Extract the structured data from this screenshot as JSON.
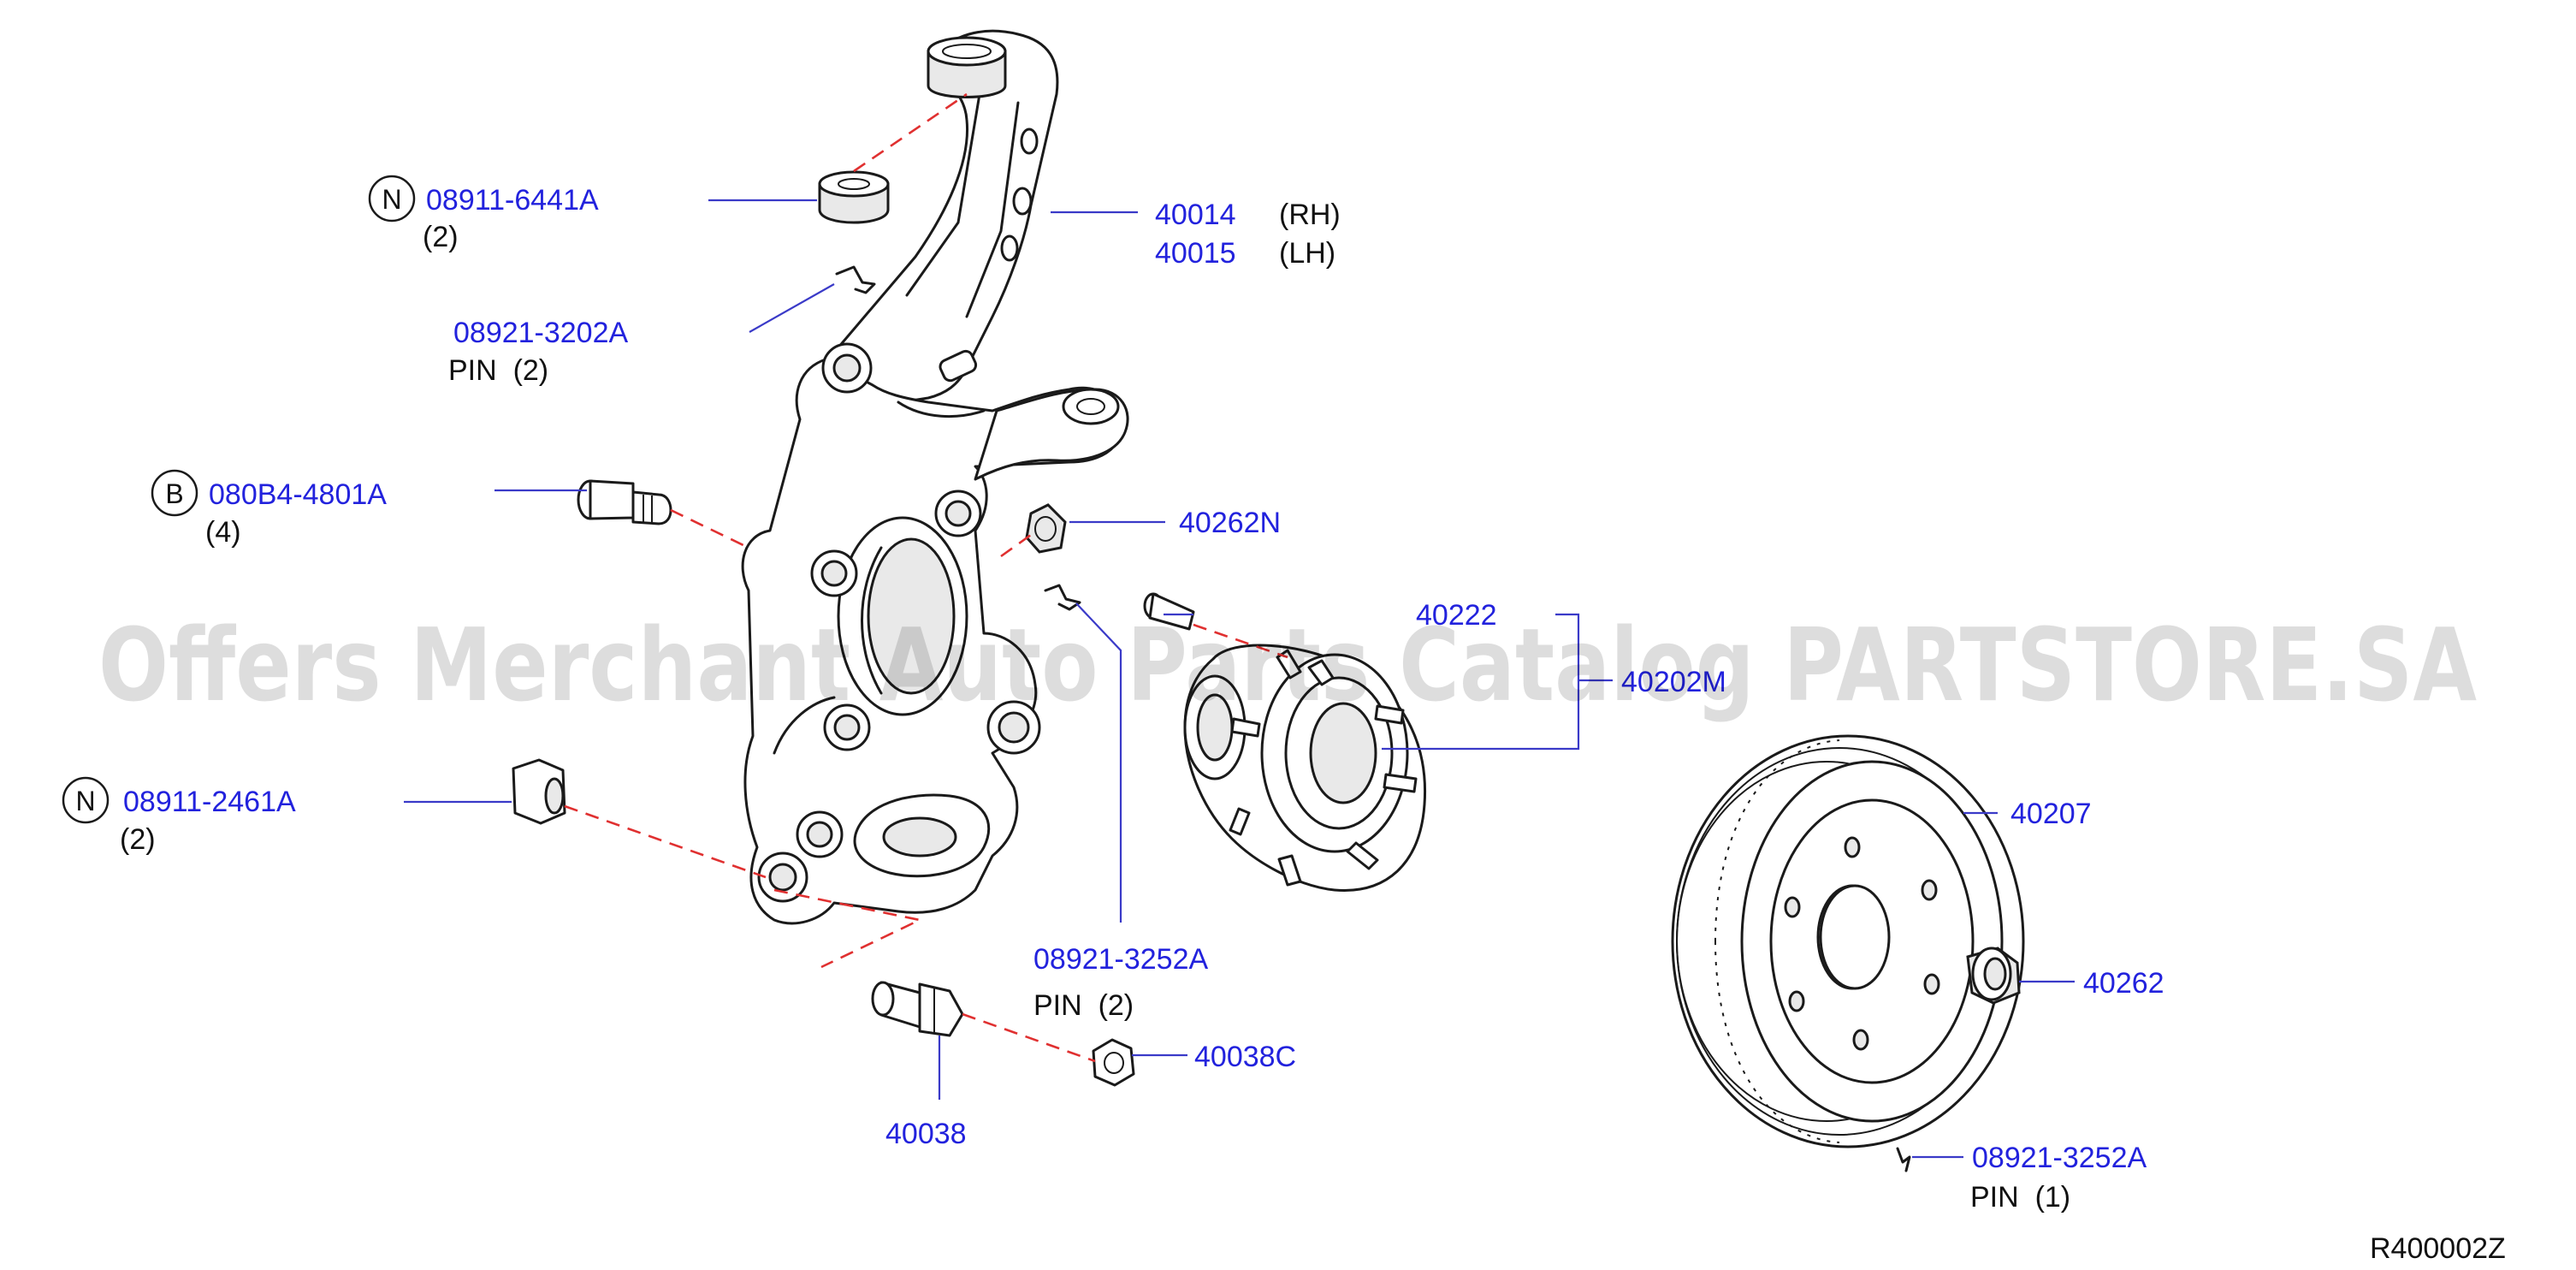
{
  "labels": {
    "n_6441": "08911-6441A",
    "n_6441_qty": "(2)",
    "knuckle_rh": "40014",
    "knuckle_rh_side": "(RH)",
    "knuckle_lh": "40015",
    "knuckle_lh_side": "(LH)",
    "pin_3202": "08921-3202A",
    "pin_3202_desc": "PIN  (2)",
    "b_4801": "080B4-4801A",
    "b_4801_qty": "(4)",
    "p_40262n": "40262N",
    "p_40222": "40222",
    "p_40202m": "40202M",
    "n_2461": "08911-2461A",
    "n_2461_qty": "(2)",
    "p_40207": "40207",
    "pin_3252_a": "08921-3252A",
    "pin_3252_a_desc": "PIN  (2)",
    "p_40262": "40262",
    "p_40038c": "40038C",
    "p_40038": "40038",
    "pin_3252_b": "08921-3252A",
    "pin_3252_b_desc": "PIN  (1)",
    "ref": "R400002Z"
  },
  "badges": {
    "n_top": "N",
    "b": "B",
    "n_bottom": "N"
  },
  "watermark": "Offers Merchant Auto Parts Catalog PARTSTORE.SA",
  "colors": {
    "label_blue": "#2222dd",
    "leader_line": "#3a3ac8",
    "dashed_red": "#e03030",
    "ink": "#1a1a1a"
  }
}
